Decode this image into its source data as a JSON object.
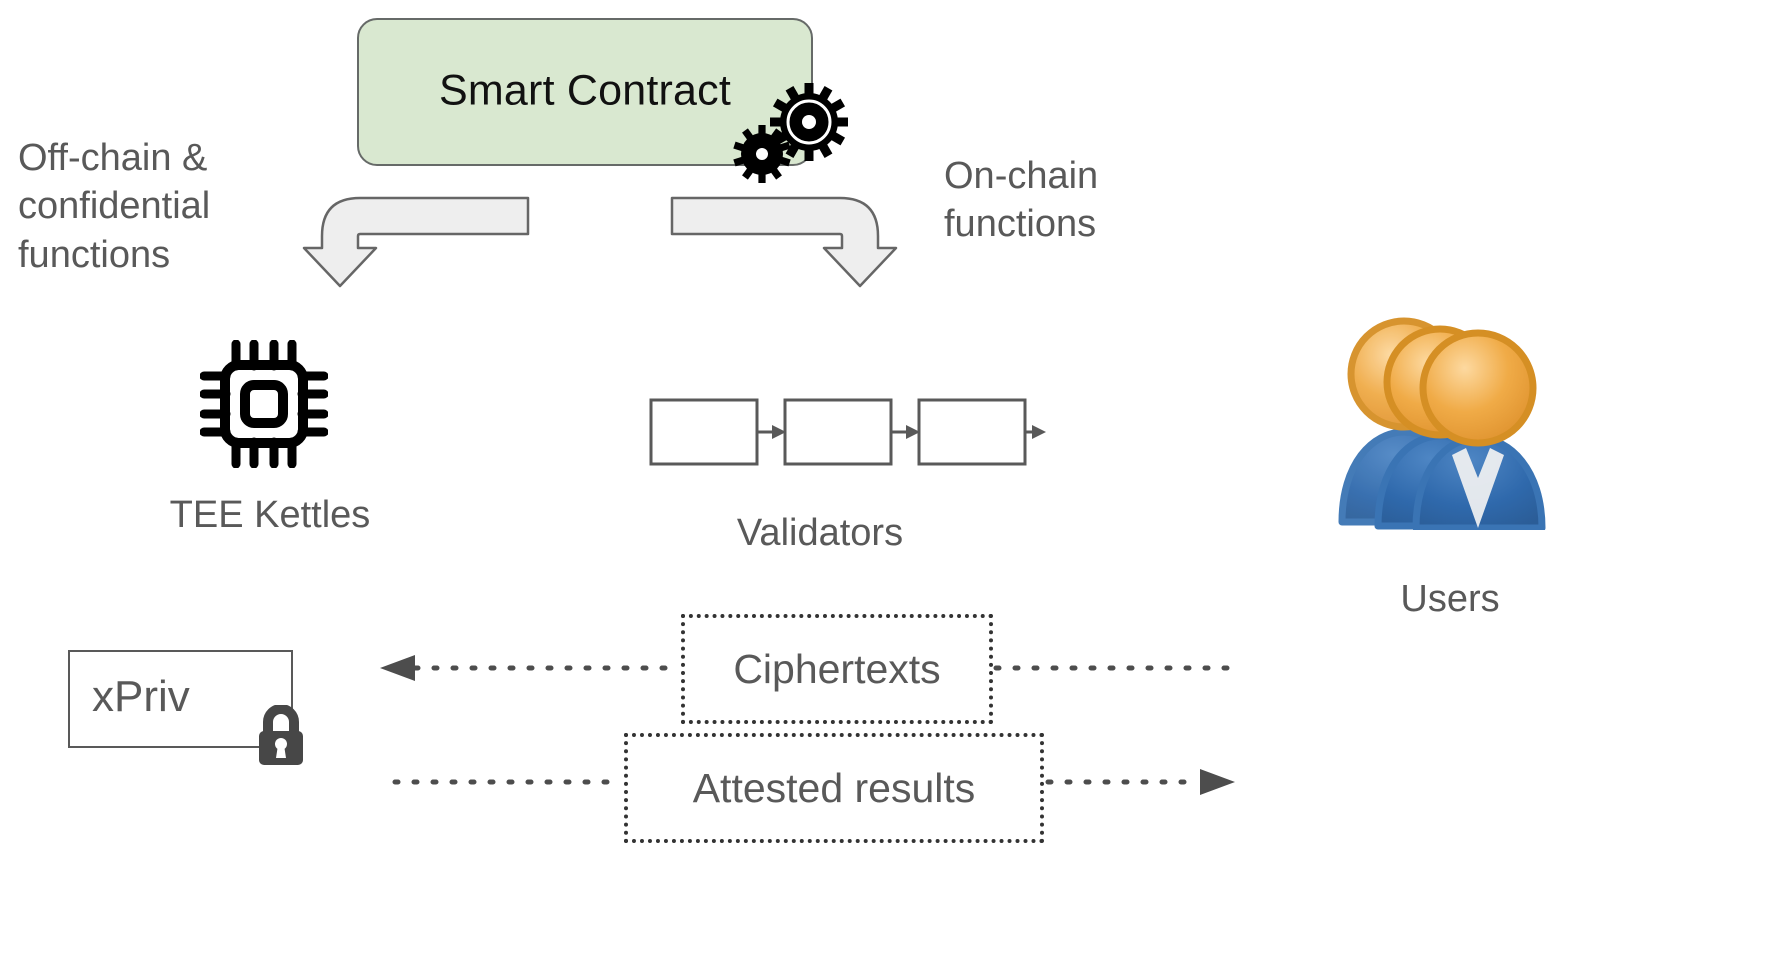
{
  "diagram": {
    "title": "Smart Contract off-chain / on-chain execution diagram",
    "colors": {
      "contract_fill": "#d9e8d0",
      "contract_stroke": "#666a68",
      "text_gray": "#595959",
      "arrow_fill": "#eeeeee",
      "arrow_stroke": "#666666",
      "user_head": "#e8a33d",
      "user_body": "#2e68a8",
      "dotted": "#333333"
    }
  },
  "smart_contract": {
    "label": "Smart Contract",
    "gears_icon": "gears-icon"
  },
  "labels": {
    "offchain": "Off-chain & confidential functions",
    "offchain_lines": [
      "Off-chain &",
      "confidential",
      "functions"
    ],
    "onchain": "On-chain functions",
    "onchain_lines": [
      "On-chain",
      "functions"
    ],
    "tee_kettles": "TEE Kettles",
    "validators": "Validators",
    "users": "Users"
  },
  "nodes": {
    "tee": {
      "label": "TEE Kettles",
      "icon": "cpu-chip-icon"
    },
    "validators": {
      "label": "Validators",
      "icon": "blockchain-blocks-icon",
      "block_count": 3
    },
    "users": {
      "label": "Users",
      "icon": "users-group-icon"
    }
  },
  "xpriv": {
    "label": "xPriv",
    "lock_icon": "padlock-icon"
  },
  "flows": [
    {
      "label": "Ciphertexts",
      "direction": "right-to-left",
      "name": "ciphertexts-flow"
    },
    {
      "label": "Attested results",
      "direction": "left-to-right",
      "name": "attested-results-flow"
    }
  ],
  "arrows": {
    "offchain_arrow": "bent-block-arrow-down-left",
    "onchain_arrow": "bent-block-arrow-down-right"
  }
}
